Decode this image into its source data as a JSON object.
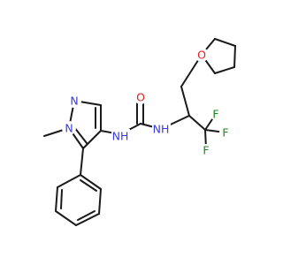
{
  "molecule": {
    "colors": {
      "bond": "#1a1a1a",
      "carbon": "#1a1a1a",
      "nitrogen": "#3b3bd9",
      "oxygen": "#e02020",
      "fluorine": "#1a8a1a"
    },
    "atom_labels": {
      "o_ring": "O",
      "o_carbonyl": "O",
      "n_pyrazole_2": "N",
      "n_pyrazole_1": "N",
      "nh_left": "NH",
      "nh_right": "NH",
      "f_top": "F",
      "f_right": "F",
      "f_bottom": "F"
    }
  }
}
